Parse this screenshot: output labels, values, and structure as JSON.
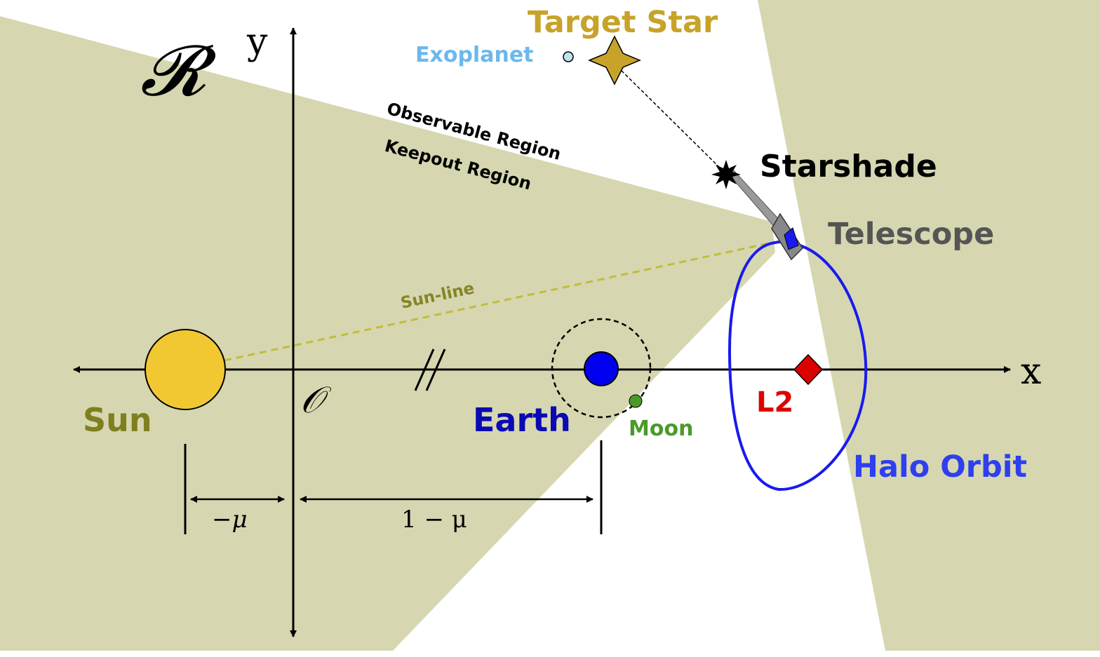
{
  "labels": {
    "frame": "𝓡",
    "y_axis": "y",
    "x_axis": "x",
    "origin": "𝒪",
    "target_star": "Target Star",
    "exoplanet": "Exoplanet",
    "observable_region": "Observable Region",
    "keepout_region": "Keepout Region",
    "starshade": "Starshade",
    "telescope": "Telescope",
    "sun_line": "Sun-line",
    "sun": "Sun",
    "earth": "Earth",
    "moon": "Moon",
    "l2": "L2",
    "halo_orbit": "Halo Orbit",
    "dist_sun": "−μ",
    "dist_earth": "1 − μ"
  },
  "colors": {
    "keepout_fill": "#d6d7b0",
    "sun": "#f2c832",
    "sun_text": "#7f7f20",
    "earth": "#0000ee",
    "earth_text": "#0a0ab4",
    "moon": "#4a9a2a",
    "moon_text": "#4a9a2a",
    "l2": "#dd0000",
    "halo": "#1a1aee",
    "halo_text": "#2e3ff0",
    "target_star": "#c8a32a",
    "exoplanet_text": "#6cb8ec",
    "sun_line": "#c2bc3a",
    "telescope_text": "#555555"
  },
  "icons": {
    "star": "four-point-star-icon",
    "starshade": "starburst-icon",
    "telescope": "telescope-icon",
    "l2": "diamond-icon"
  }
}
